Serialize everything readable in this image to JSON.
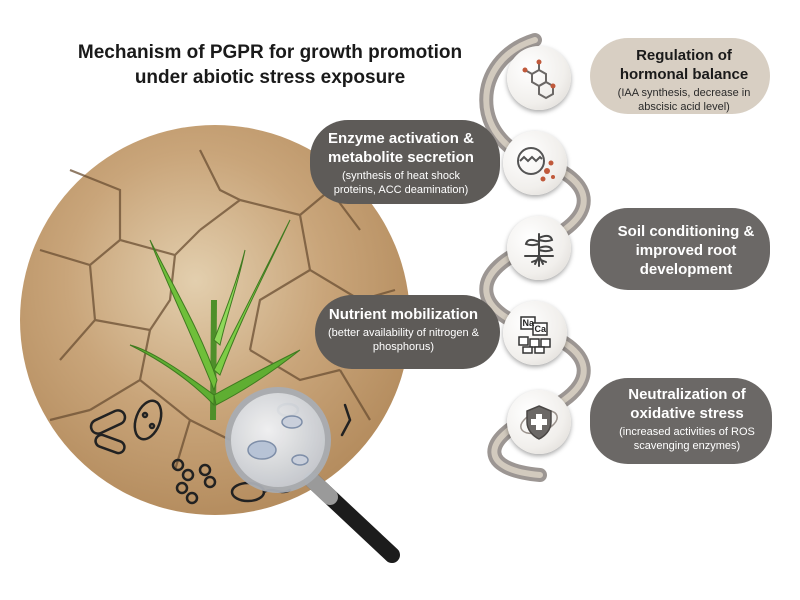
{
  "title": "Mechanism of PGPR for growth promotion under abiotic stress exposure",
  "mechanisms": [
    {
      "heading": "Regulation of hormonal balance",
      "detail": "(IAA synthesis, decrease in abscisic acid level)",
      "icon": "molecule-icon",
      "side": "right"
    },
    {
      "heading": "Enzyme activation & metabolite secretion",
      "detail": "(synthesis of heat shock proteins, ACC deamination)",
      "icon": "enzyme-icon",
      "side": "left"
    },
    {
      "heading": "Soil conditioning & improved root development",
      "detail": "",
      "icon": "plant-roots-icon",
      "side": "right"
    },
    {
      "heading": "Nutrient mobilization",
      "detail": "(better availability of nitrogen & phosphorus)",
      "icon": "nutrient-blocks-icon",
      "side": "left"
    },
    {
      "heading": "Neutralization of oxidative stress",
      "detail": "(increased activities of ROS scavenging enzymes)",
      "icon": "shield-cross-icon",
      "side": "right"
    }
  ],
  "nutrient_icon_labels": [
    "Na",
    "Ca"
  ],
  "colors": {
    "light_pill": "#d8cfc3",
    "dark_pill": "#5e5b58",
    "connector": "#8b8480",
    "soil": "#c9a57a",
    "leaf": "#6fbf3a"
  }
}
